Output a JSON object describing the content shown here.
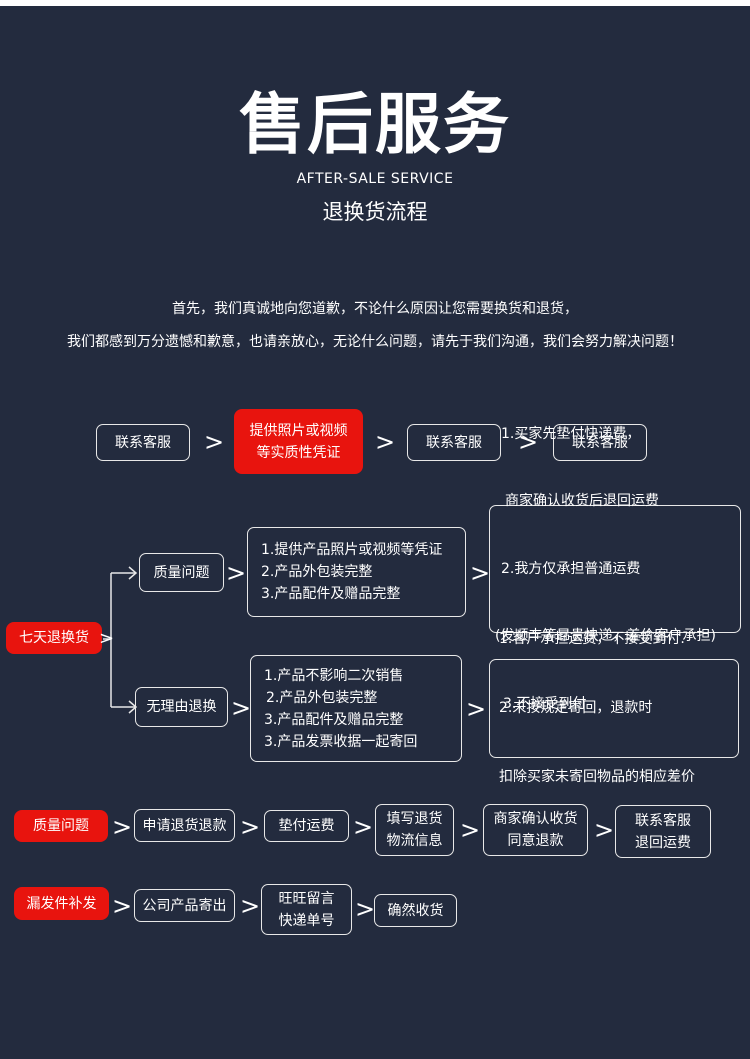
{
  "header": {
    "title": "售后服务",
    "subtitle_en": "AFTER-SALE SERVICE",
    "subtitle_cn": "退换货流程"
  },
  "intro": {
    "line1": "首先，我们真诚地向您道歉，不论什么原因让您需要换货和退货，",
    "line2": "我们都感到万分遗憾和歉意，也请亲放心，无论什么问题，请先于我们沟通，我们会努力解决问题！"
  },
  "top_flow": {
    "step1": "联系客服",
    "step2_line1": "提供照片或视频",
    "step2_line2": "等实质性凭证",
    "step3": "联系客服",
    "step4": "联系客服"
  },
  "seven_day": {
    "label": "七天退换货",
    "quality": {
      "label": "质量问题",
      "conditions": [
        "1.提供产品照片或视频等凭证",
        "2.产品外包装完整",
        "3.产品配件及赠品完整"
      ],
      "results": [
        "1.买家先垫付快递费，",
        "  商家确认收货后退回运费",
        "2.我方仅承担普通运费",
        "(发顺丰等昂贵快递，差价客户承担)",
        "3.不接受到付"
      ]
    },
    "no_reason": {
      "label": "无理由退换",
      "conditions": [
        "1.产品不影响二次销售",
        "2.产品外包装完整",
        "3.产品配件及赠品完整",
        "3.产品发票收据一起寄回"
      ],
      "results": [
        "1.客户承担运费，不接受到付.",
        "2.未按规定寄回，退款时",
        "  扣除买家未寄回物品的相应差价"
      ]
    }
  },
  "quality_flow": {
    "label": "质量问题",
    "steps": [
      "申请退货退款",
      "垫付运费",
      "填写退货",
      "物流信息",
      "商家确认收货",
      "同意退款",
      "联系客服",
      "退回运费"
    ]
  },
  "missing_flow": {
    "label": "漏发件补发",
    "steps": [
      "公司产品寄出",
      "旺旺留言",
      "快递单号",
      "确然收货"
    ]
  },
  "colors": {
    "background": "#232b3e",
    "accent_red": "#e8140e",
    "text": "#ffffff"
  }
}
